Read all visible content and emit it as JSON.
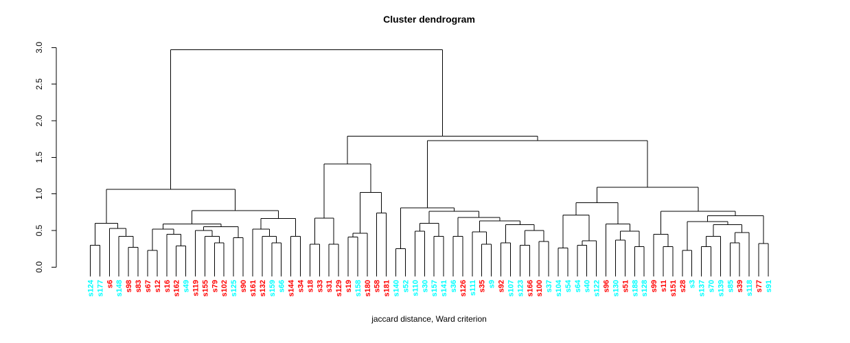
{
  "title": "Cluster dendrogram",
  "xlabel": "jaccard distance, Ward criterion",
  "palette": {
    "red": "#FF0000",
    "cyan": "#00FFFF",
    "line": "#000000",
    "background": "#FFFFFF"
  },
  "chart_data": {
    "type": "dendrogram",
    "title": "Cluster dendrogram",
    "xlabel": "jaccard distance, Ward criterion",
    "ylabel": "",
    "ylim": [
      0.0,
      3.0
    ],
    "ytick_labels": [
      "0.0",
      "0.5",
      "1.0",
      "1.5",
      "2.0",
      "2.5",
      "3.0"
    ],
    "grid": false,
    "legend": "none",
    "root_height": 2.97,
    "leaf_order": [
      "s124",
      "s177",
      "s6",
      "s148",
      "s98",
      "s83",
      "s67",
      "s12",
      "s16",
      "s162",
      "s49",
      "s119",
      "s155",
      "s79",
      "s102",
      "s125",
      "s90",
      "s161",
      "s132",
      "s159",
      "s66",
      "s144",
      "s34",
      "s18",
      "s33",
      "s31",
      "s129",
      "s19",
      "s158",
      "s180",
      "s58",
      "s181",
      "s140",
      "s52",
      "s110",
      "s30",
      "s157",
      "s141",
      "s36",
      "s126",
      "s111",
      "s35",
      "s9",
      "s92",
      "s107",
      "s123",
      "s166",
      "s100",
      "s37",
      "s104",
      "s54",
      "s64",
      "s40",
      "s122",
      "s96",
      "s130",
      "s51",
      "s188",
      "s128",
      "s99",
      "s11",
      "s151",
      "s28",
      "s3",
      "s137",
      "s70",
      "s139",
      "s85",
      "s39",
      "s118",
      "s77",
      "s91"
    ],
    "leaf_colors": {
      "s124": "cyan",
      "s177": "cyan",
      "s6": "red",
      "s148": "cyan",
      "s98": "red",
      "s83": "red",
      "s67": "red",
      "s12": "red",
      "s16": "red",
      "s162": "red",
      "s49": "cyan",
      "s119": "red",
      "s155": "red",
      "s79": "red",
      "s102": "red",
      "s125": "cyan",
      "s90": "red",
      "s161": "red",
      "s132": "red",
      "s159": "cyan",
      "s66": "cyan",
      "s144": "red",
      "s34": "red",
      "s18": "red",
      "s33": "red",
      "s31": "red",
      "s129": "red",
      "s19": "red",
      "s158": "cyan",
      "s180": "red",
      "s58": "red",
      "s181": "red",
      "s140": "cyan",
      "s52": "cyan",
      "s110": "cyan",
      "s30": "cyan",
      "s157": "cyan",
      "s141": "cyan",
      "s36": "cyan",
      "s126": "red",
      "s111": "cyan",
      "s35": "red",
      "s9": "cyan",
      "s92": "red",
      "s107": "cyan",
      "s123": "cyan",
      "s166": "red",
      "s100": "red",
      "s37": "cyan",
      "s104": "cyan",
      "s54": "cyan",
      "s64": "cyan",
      "s40": "cyan",
      "s122": "cyan",
      "s96": "red",
      "s130": "cyan",
      "s51": "red",
      "s188": "cyan",
      "s128": "cyan",
      "s99": "red",
      "s11": "red",
      "s151": "red",
      "s28": "red",
      "s3": "cyan",
      "s137": "cyan",
      "s70": "cyan",
      "s139": "cyan",
      "s85": "cyan",
      "s39": "red",
      "s118": "cyan",
      "s77": "red",
      "s91": "cyan"
    },
    "tree": [
      2.97,
      [
        1.06,
        [
          0.6,
          [
            0.3,
            "s124",
            "s177"
          ],
          [
            0.53,
            "s6",
            [
              0.42,
              "s148",
              [
                0.27,
                "s98",
                "s83"
              ]
            ]
          ]
        ],
        [
          0.77,
          [
            0.59,
            [
              0.52,
              [
                0.23,
                "s67",
                "s12"
              ],
              [
                0.45,
                "s16",
                [
                  0.29,
                  "s162",
                  "s49"
                ]
              ]
            ],
            [
              0.55,
              [
                0.5,
                "s119",
                [
                  0.42,
                  "s155",
                  [
                    0.33,
                    "s79",
                    "s102"
                  ]
                ]
              ],
              [
                0.4,
                "s125",
                "s90"
              ]
            ]
          ],
          [
            0.665,
            [
              0.52,
              "s161",
              [
                0.42,
                "s132",
                [
                  0.33,
                  "s159",
                  "s66"
                ]
              ]
            ],
            [
              0.42,
              "s144",
              "s34"
            ]
          ]
        ]
      ],
      [
        1.79,
        [
          1.41,
          [
            0.67,
            [
              0.31,
              "s18",
              "s33"
            ],
            [
              0.31,
              "s31",
              "s129"
            ]
          ],
          [
            1.02,
            [
              0.46,
              [
                0.41,
                "s19",
                "s158"
              ],
              "s180"
            ],
            [
              0.74,
              "s58",
              "s181"
            ]
          ]
        ],
        [
          1.73,
          [
            0.81,
            [
              0.25,
              "s140",
              "s52"
            ],
            [
              0.76,
              [
                0.6,
                [
                  0.49,
                  "s110",
                  "s30"
                ],
                [
                  0.42,
                  "s157",
                  "s141"
                ]
              ],
              [
                0.68,
                [
                  0.42,
                  "s36",
                  "s126"
                ],
                [
                  0.63,
                  [
                    0.48,
                    "s111",
                    [
                      0.31,
                      "s35",
                      "s9"
                    ]
                  ],
                  [
                    0.58,
                    [
                      0.33,
                      "s92",
                      "s107"
                    ],
                    [
                      0.5,
                      [
                        0.3,
                        "s123",
                        "s166"
                      ],
                      [
                        0.35,
                        "s100",
                        "s37"
                      ]
                    ]
                  ]
                ]
              ]
            ]
          ],
          [
            1.09,
            [
              0.88,
              [
                0.71,
                [
                  0.26,
                  "s104",
                  "s54"
                ],
                [
                  0.36,
                  [
                    0.3,
                    "s64",
                    "s40"
                  ],
                  "s122"
                ]
              ],
              [
                0.59,
                "s96",
                [
                  0.49,
                  [
                    0.37,
                    "s130",
                    "s51"
                  ],
                  [
                    0.28,
                    "s188",
                    "s128"
                  ]
                ]
              ]
            ],
            [
              0.76,
              [
                0.45,
                "s99",
                [
                  0.28,
                  "s11",
                  "s151"
                ]
              ],
              [
                0.7,
                [
                  0.62,
                  [
                    0.23,
                    "s28",
                    "s3"
                  ],
                  [
                    0.58,
                    [
                      0.42,
                      [
                        0.28,
                        "s137",
                        "s70"
                      ],
                      "s139"
                    ],
                    [
                      0.47,
                      [
                        0.33,
                        "s85",
                        "s39"
                      ],
                      "s118"
                    ]
                  ]
                ],
                [
                  0.32,
                  "s77",
                  "s91"
                ]
              ]
            ]
          ]
        ]
      ]
    ]
  }
}
